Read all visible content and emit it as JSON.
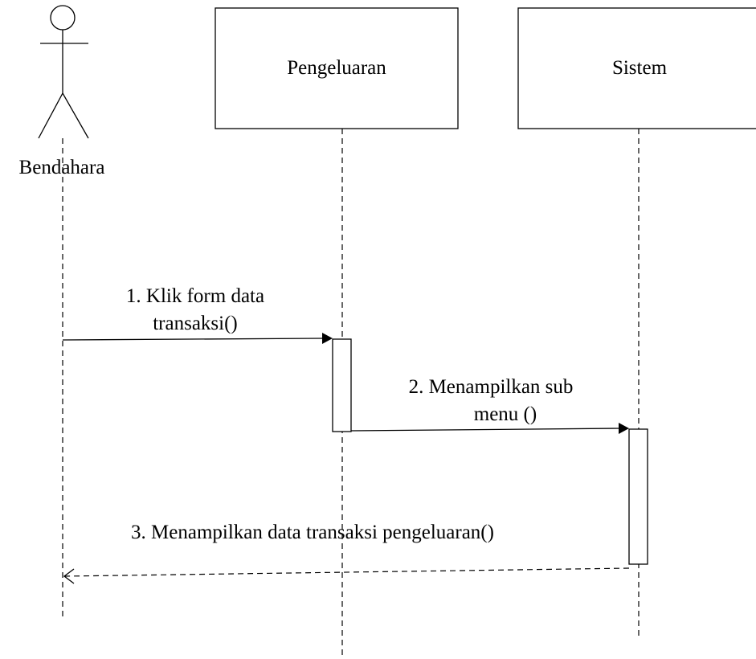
{
  "actor": {
    "name": "Bendahara",
    "icon": "stick-figure-actor-icon"
  },
  "lifelines": [
    {
      "name": "Pengeluaran"
    },
    {
      "name": "Sistem"
    }
  ],
  "messages": [
    {
      "line1": "1. Klik form data",
      "line2": "transaksi()",
      "style": "solid"
    },
    {
      "line1": "2. Menampilkan sub",
      "line2": "menu ()",
      "style": "solid"
    },
    {
      "line1": "3. Menampilkan data transaksi pengeluaran()",
      "style": "dashed-return"
    }
  ]
}
